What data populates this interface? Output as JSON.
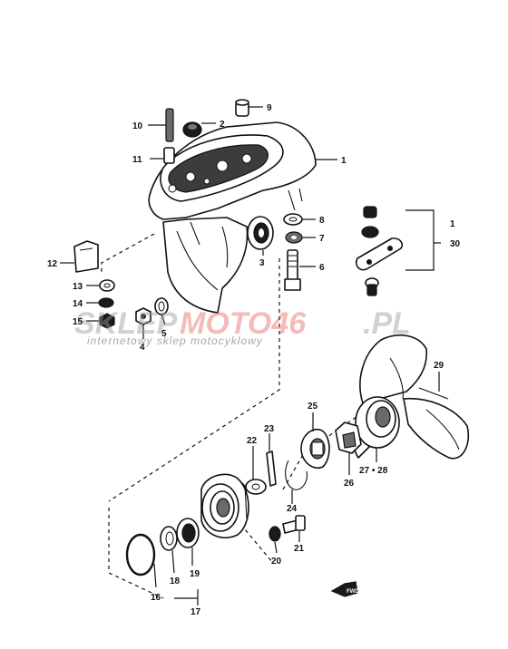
{
  "labels": {
    "p1": "1",
    "p2": "2",
    "p3": "3",
    "p4": "4",
    "p5": "5",
    "p6": "6",
    "p7": "7",
    "p8": "8",
    "p9": "9",
    "p10": "10",
    "p11": "11",
    "p12": "12",
    "p13": "13",
    "p14": "14",
    "p15": "15",
    "p16": "16",
    "p17": "17",
    "p18": "18",
    "p19": "19",
    "p20": "20",
    "p21": "21",
    "p22": "22",
    "p23": "23",
    "p24": "24",
    "p25": "25",
    "p26": "26",
    "p27_28": "27 • 28",
    "p29": "29",
    "p30": "30",
    "p1b": "1"
  },
  "watermark": {
    "brand_a": "SKLEP",
    "brand_b": "MOTO46",
    "brand_c": ".PL",
    "tagline": "internetowy sklep motocyklowy"
  },
  "colors": {
    "line": "#111111",
    "watermark_red": "#e23b3b",
    "watermark_grey": "#9a9a9a"
  }
}
